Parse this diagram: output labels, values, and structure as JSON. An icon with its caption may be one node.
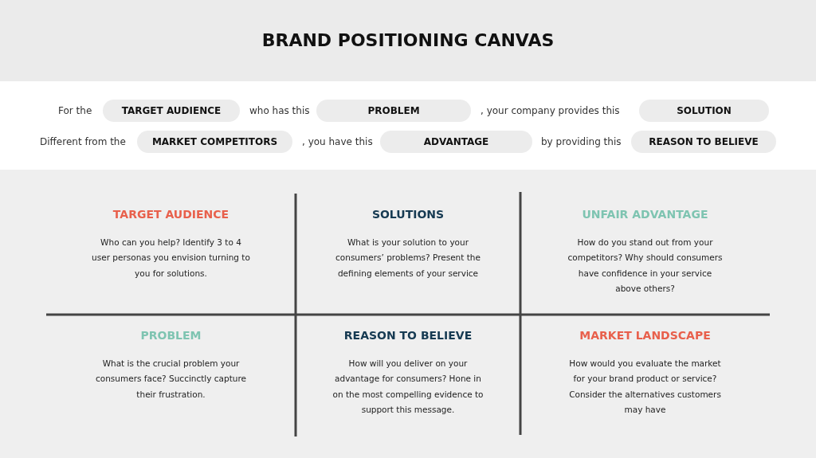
{
  "diagram": {
    "title": "BRAND POSITIONING CANVAS",
    "nodes": [
      {
        "text": [
          "TARGET AUDIENCE"
        ]
      },
      {
        "text": [
          "PROBLEM"
        ]
      },
      {
        "text": [
          "SOLUTION"
        ]
      },
      {
        "text": [
          "MARKET COMPETITORS"
        ]
      },
      {
        "text": [
          "ADVANTAGE"
        ]
      },
      {
        "text": [
          "REASON TO BELIEVE"
        ]
      },
      {
        "text": [
          "TARGET AUDIENCE",
          "Who can you help? Identify 3 to 4 user personas you envision turning to you for solutions."
        ]
      },
      {
        "text": [
          "SOLUTIONS",
          "What is your solution to your consumers’ problems? Present the defining elements of your service"
        ]
      },
      {
        "text": [
          "UNFAIR ADVANTAGE",
          "How do you stand out from your competitors? Why should consumers have confidence in your service above others?"
        ]
      },
      {
        "text": [
          "PROBLEM",
          "What is the crucial problem your consumers face? Succinctly capture their frustration."
        ]
      },
      {
        "text": [
          "REASON TO BELIEVE",
          "How will you deliver on your advantage for consumers? Hone in on the most compelling evidence to support this message."
        ]
      },
      {
        "text": [
          "MARKET LANDSCAPE",
          "How would you evaluate the market for your brand product or service? Consider the alternatives customers may have"
        ]
      }
    ],
    "labels": [
      "For the",
      "who has this",
      ", your company provides this",
      "Different from the",
      ", you have this",
      "by providing this"
    ]
  }
}
